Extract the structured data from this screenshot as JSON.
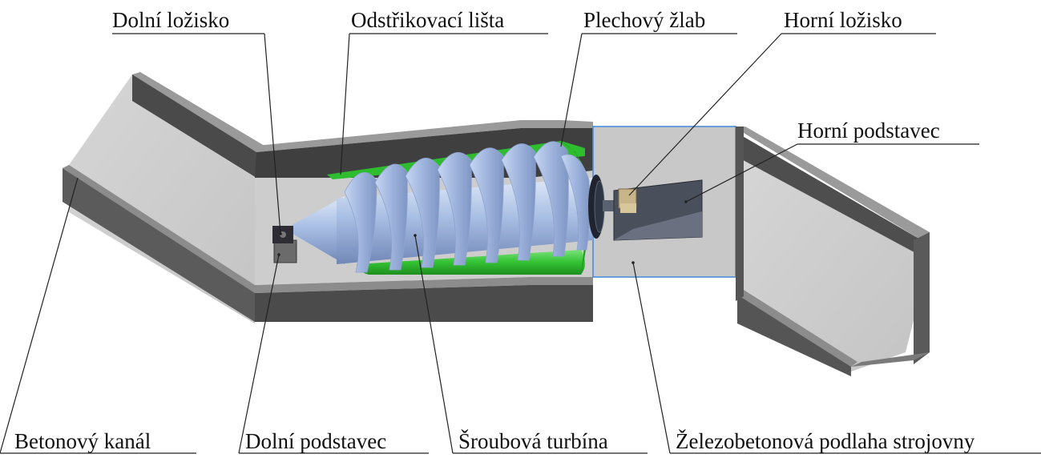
{
  "labels": {
    "dolni_lozisko": "Dolní ložisko",
    "odstrikovaci_lista": "Odstřikovací lišta",
    "plechovy_zlab": "Plechový žlab",
    "horni_lozisko": "Horní ložisko",
    "horni_podstavec": "Horní podstavec",
    "betonovy_kanal": "Betonový kanál",
    "dolni_podstavec": "Dolní podstavec",
    "sroubova_turbina": "Šroubová turbína",
    "zelezobetonova_podlaha": "Železobetonová podlaha strojovny"
  },
  "colors": {
    "concrete_floor": "#cfcfcf",
    "concrete_wall": "#555555",
    "wall_top": "#8a8a8a",
    "trough_green": "#3ec83e",
    "turbine_blue": "#a9bfe4",
    "frame_blue": "#4a8fd8",
    "leader_line": "#222222"
  }
}
